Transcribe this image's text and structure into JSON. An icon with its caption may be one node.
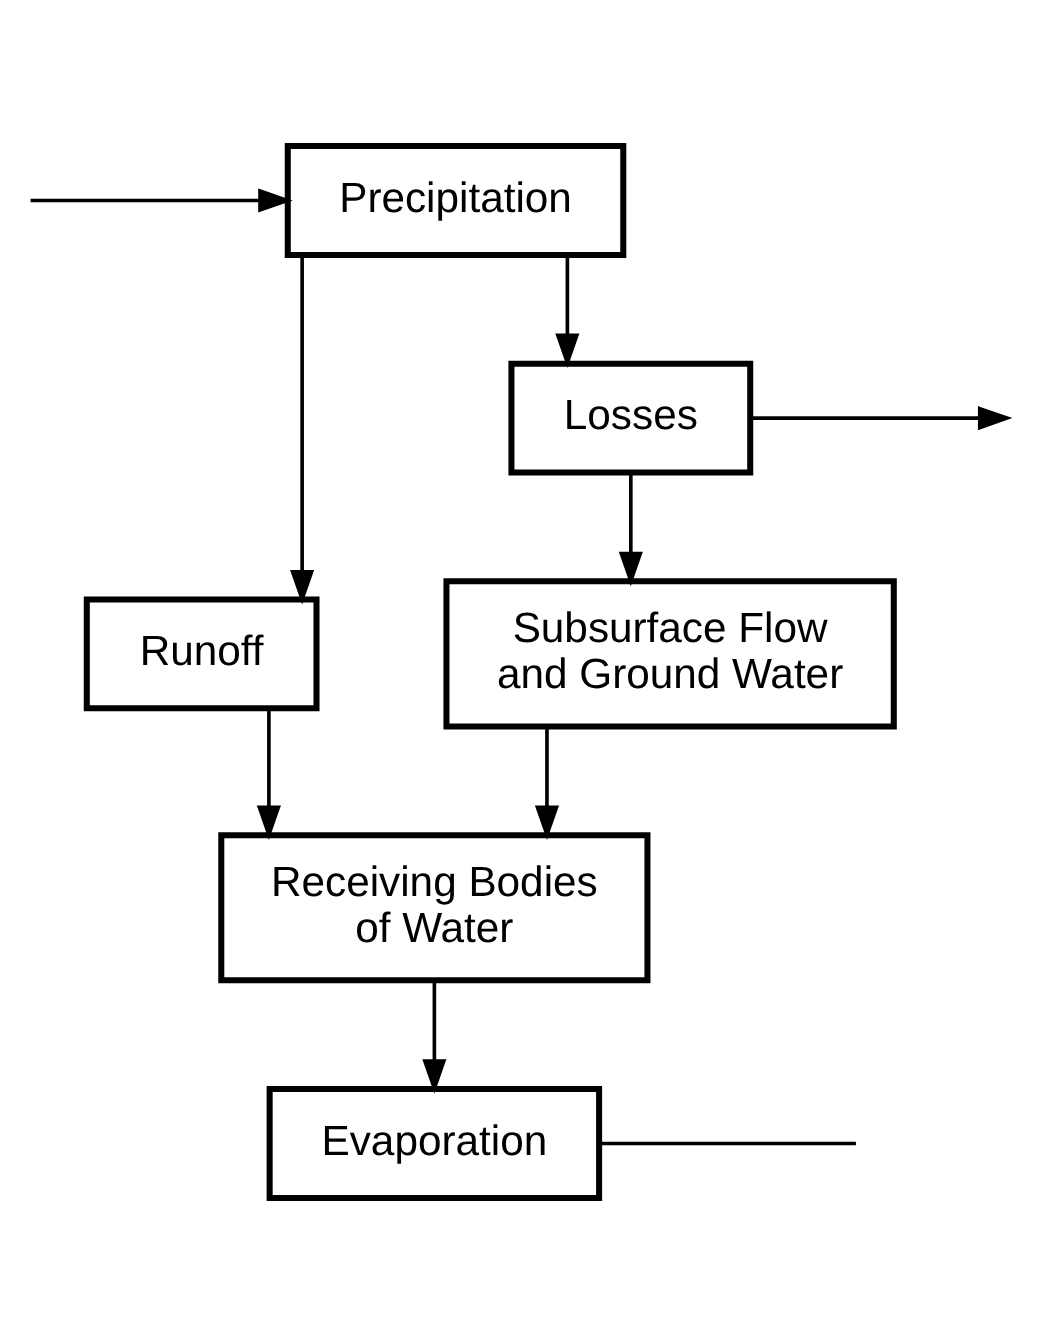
{
  "diagram": {
    "nodes": [
      {
        "text": [
          "Precipitation"
        ]
      },
      {
        "text": [
          "Runoff"
        ]
      },
      {
        "text": [
          "Losses"
        ]
      },
      {
        "text": [
          "Subsurface Flow and Ground Water"
        ]
      },
      {
        "text": [
          "Receiving Bodies of Water"
        ]
      },
      {
        "text": [
          "Evaporation"
        ]
      }
    ],
    "edges": [
      {
        "from": null,
        "to": 0,
        "arrow": "to"
      },
      {
        "from": 0,
        "to": 1,
        "arrow": "to"
      },
      {
        "from": 0,
        "to": 2,
        "arrow": "to"
      },
      {
        "from": 2,
        "to": null,
        "arrow": "to"
      },
      {
        "from": 2,
        "to": 3,
        "arrow": "to"
      },
      {
        "from": 3,
        "to": 4,
        "arrow": "to"
      },
      {
        "from": 1,
        "to": 4,
        "arrow": "to"
      },
      {
        "from": 4,
        "to": 5,
        "arrow": "to"
      },
      {
        "from": 5,
        "to": null,
        "arrow": "none"
      }
    ]
  }
}
